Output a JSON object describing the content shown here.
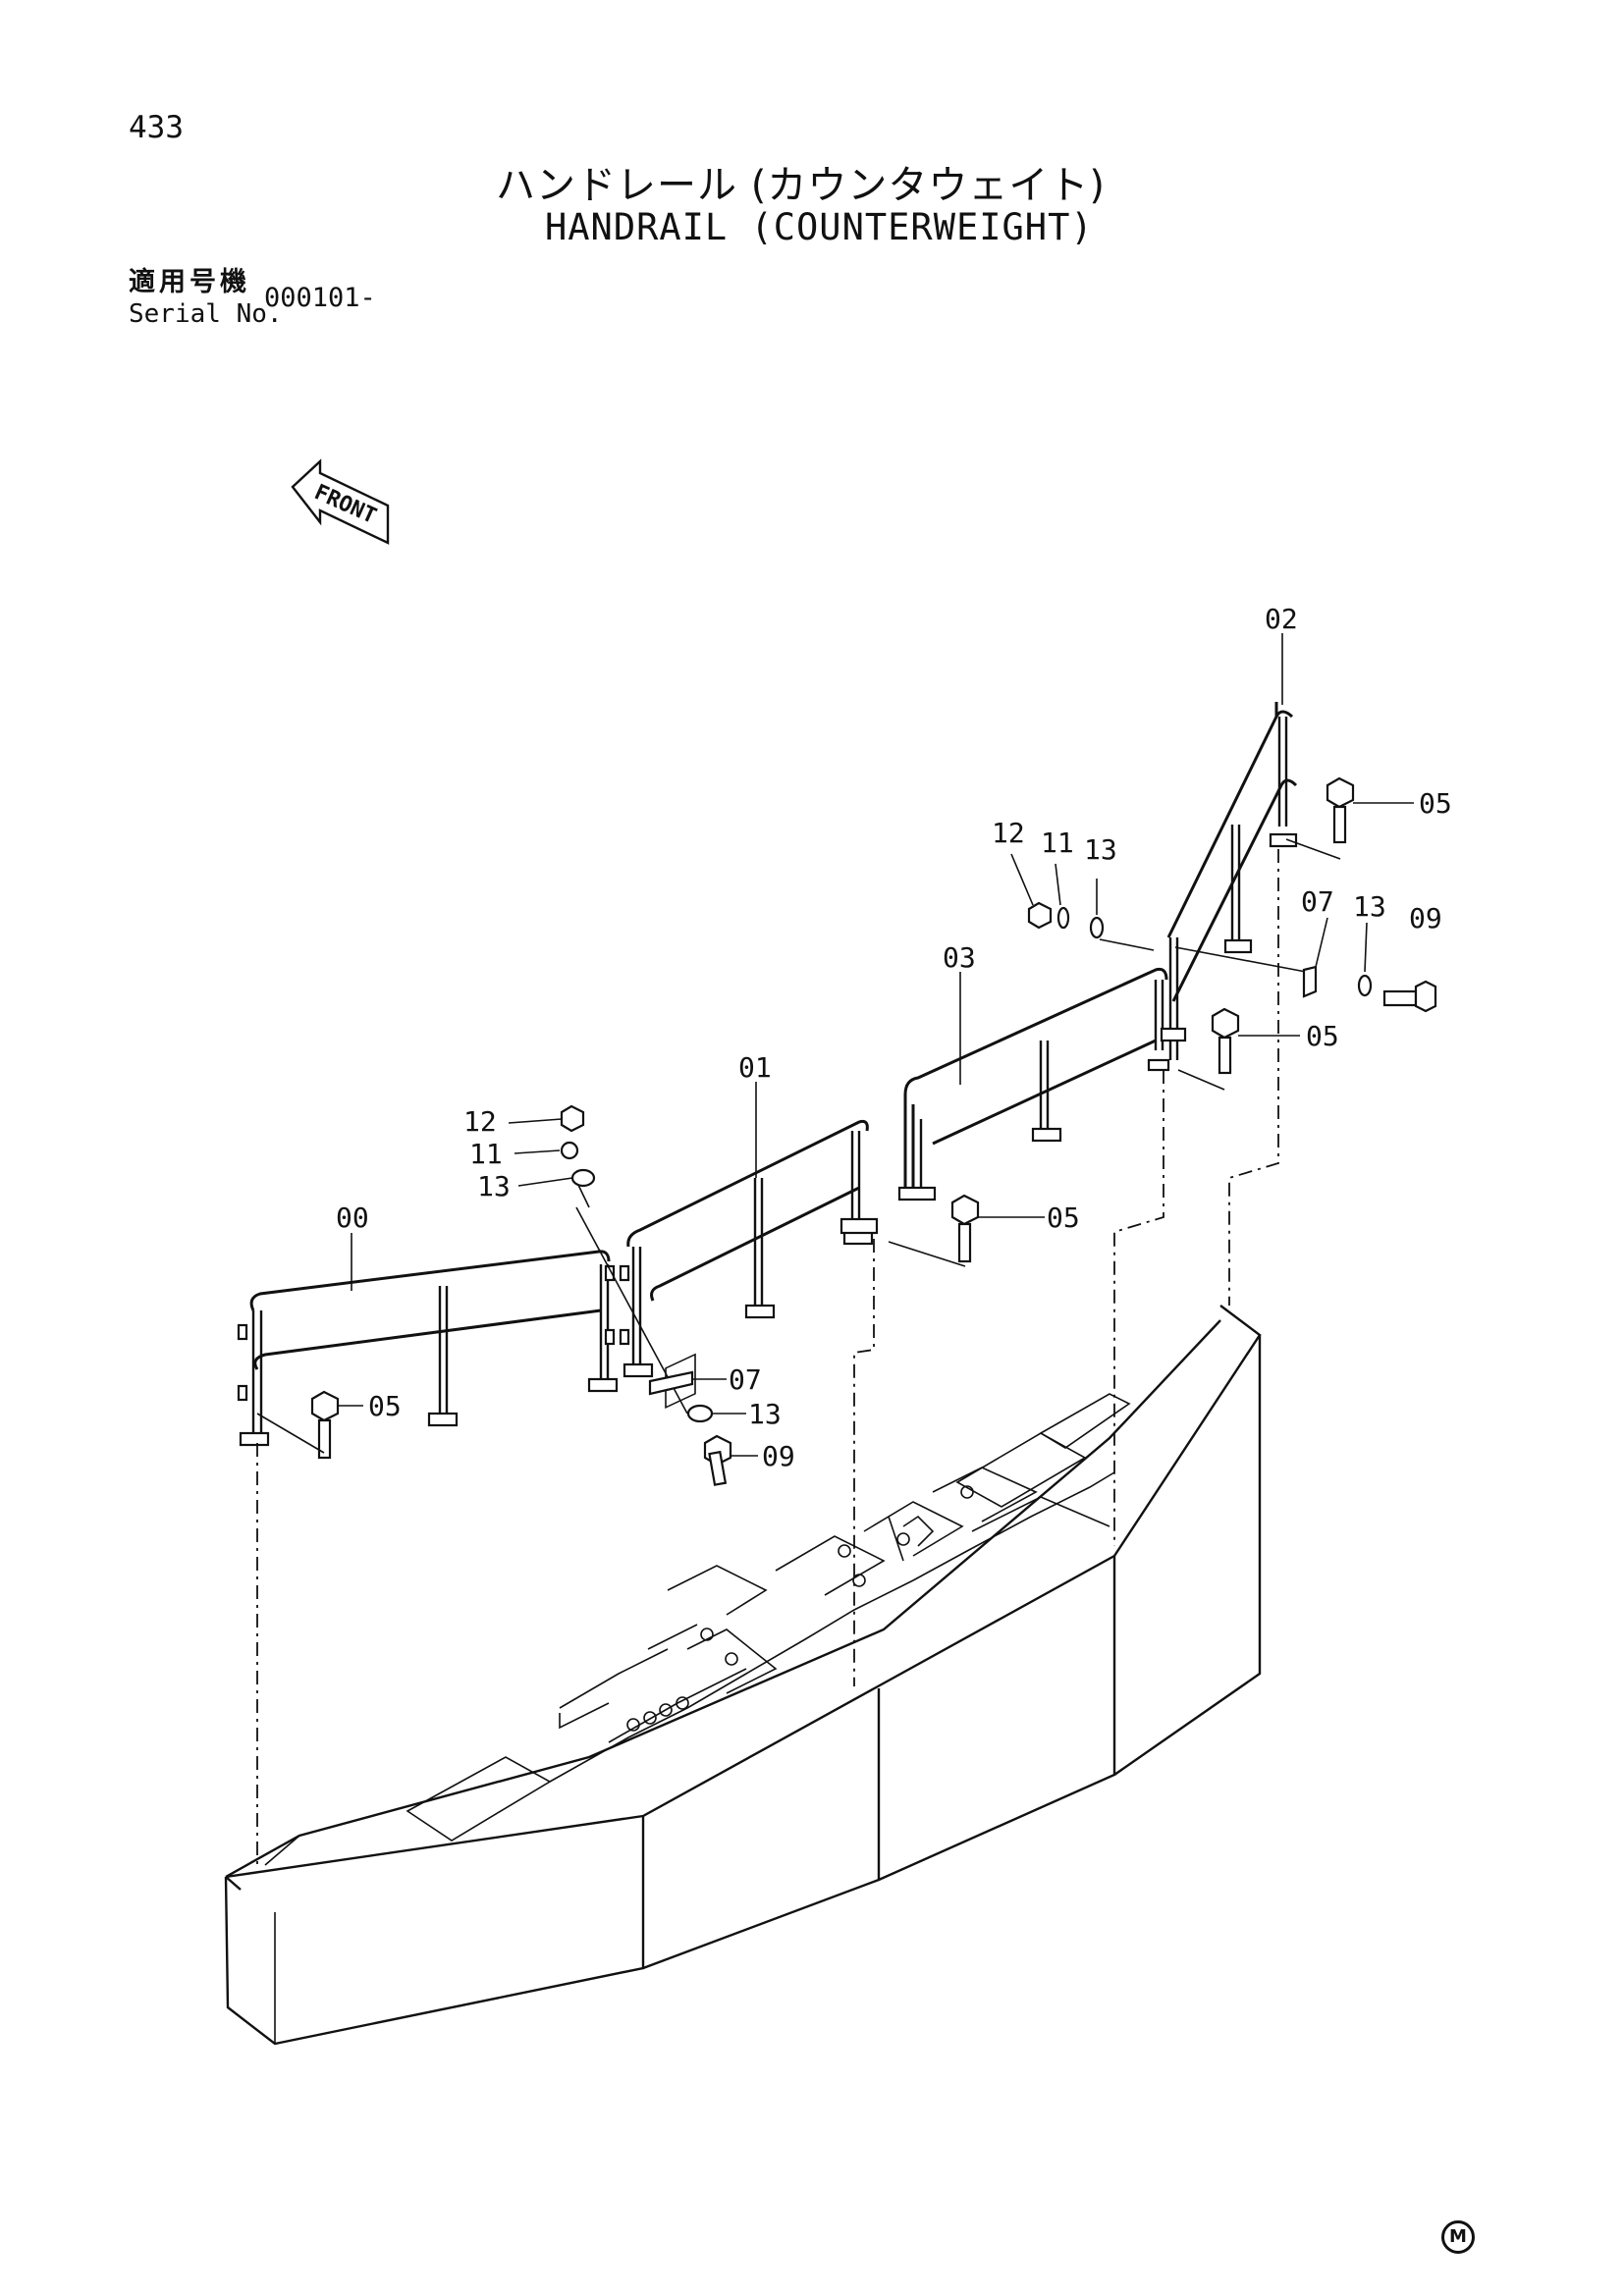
{
  "page_number": "433",
  "title_ja": "ハンドレール (カウンタウェイト)",
  "title_en": "HANDRAIL (COUNTERWEIGHT)",
  "serial": {
    "label_ja": "適用号機",
    "label_en": "Serial No.",
    "value": "000101-"
  },
  "front_label": "FRONT",
  "callouts": {
    "c00": "00",
    "c01": "01",
    "c02": "02",
    "c03": "03",
    "c05a": "05",
    "c05b": "05",
    "c05c": "05",
    "c05d": "05",
    "c07a": "07",
    "c07b": "07",
    "c09a": "09",
    "c09b": "09",
    "c11a": "11",
    "c11b": "11",
    "c12a": "12",
    "c12b": "12",
    "c13a": "13",
    "c13b": "13",
    "c13c": "13",
    "c13d": "13"
  },
  "footer_mark": "M"
}
